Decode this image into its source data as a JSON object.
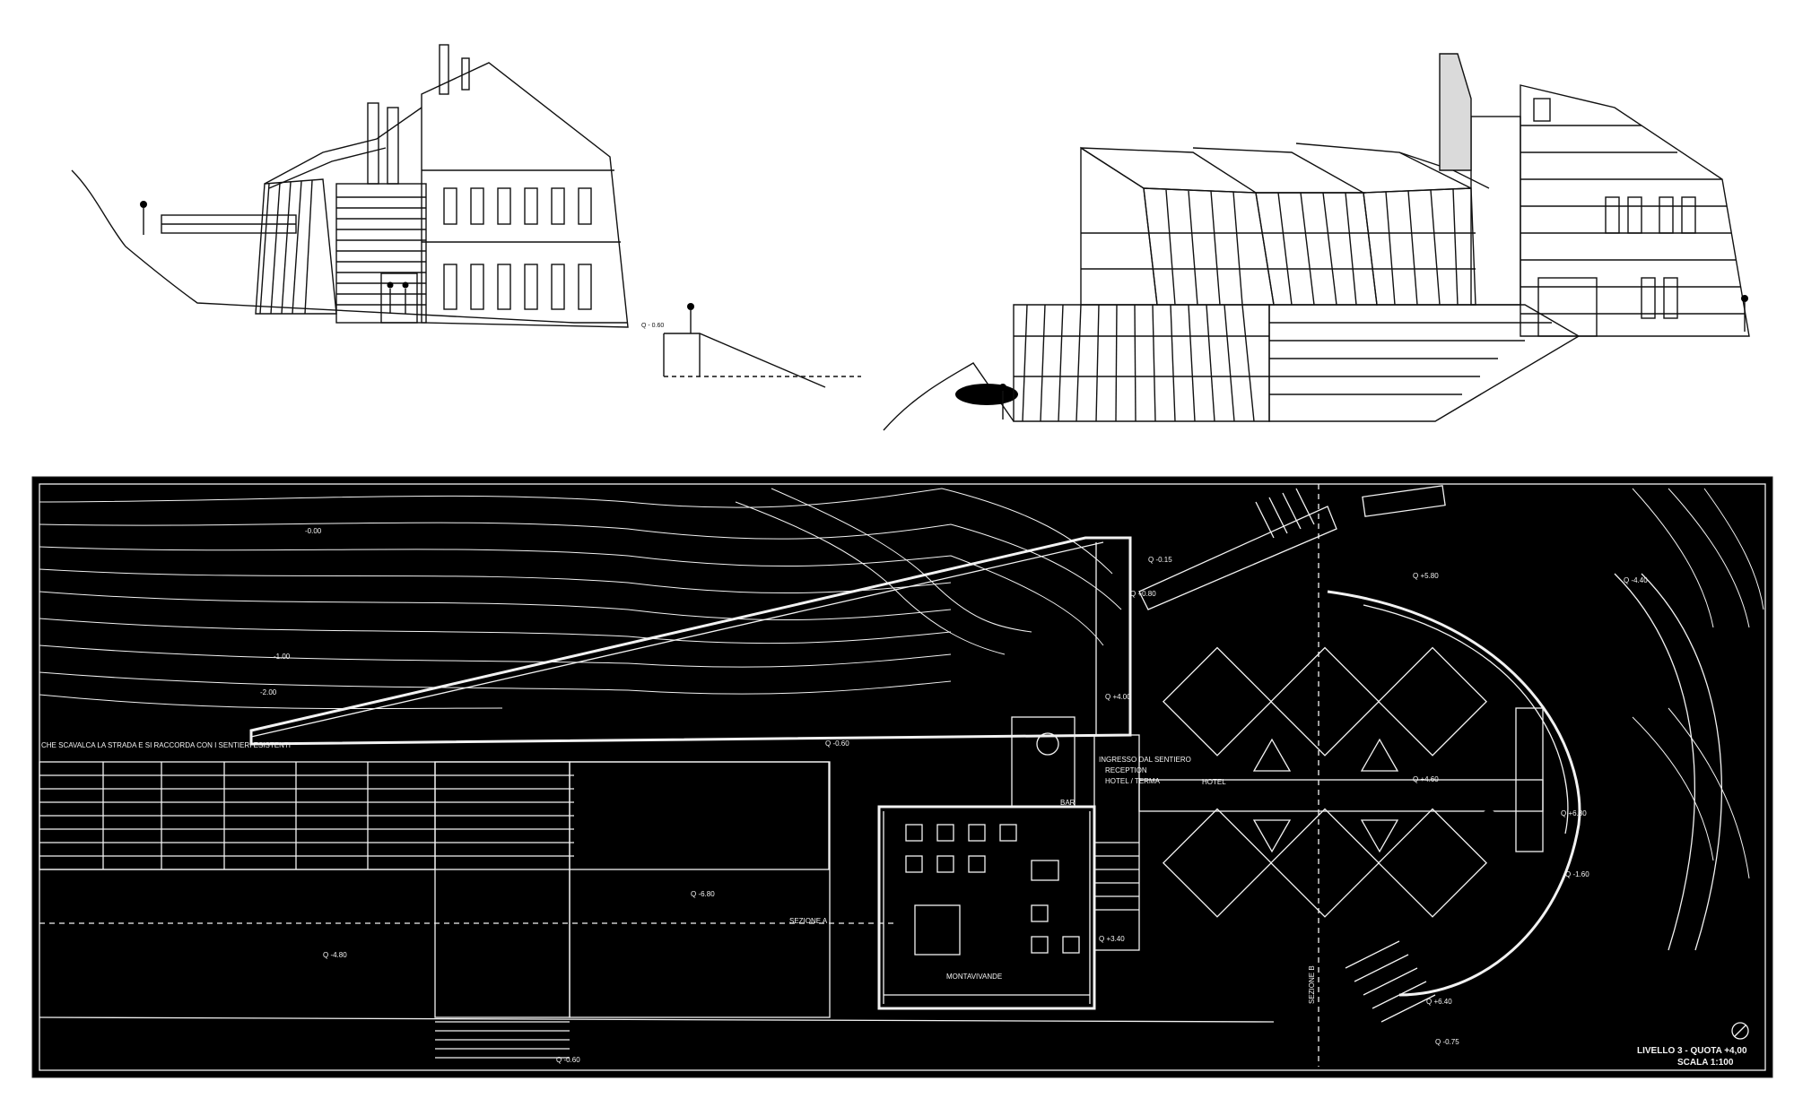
{
  "elevation_left": {
    "level_label": "Q - 0.60"
  },
  "plan": {
    "note_left": "CHE SCAVALCA LA STRADA E SI RACCORDA CON I SENTIERI ESISTENTI",
    "entrance_label": "INGRESSO DAL SENTIERO",
    "reception_label": "RECEPTION",
    "hotel_terma_label": "HOTEL / TERMA",
    "hotel_label": "HOTEL",
    "restaurant_label": "MONTAVIVANDE",
    "bar_label": "BAR",
    "section_a_label": "SEZIONE A",
    "section_b_label": "SEZIONE B",
    "contour_labels": [
      "-0.00",
      "-1.00",
      "-2.00"
    ],
    "spot_levels": [
      "Q +4.00",
      "Q +5.80",
      "Q -0.60",
      "Q -6.80",
      "Q -4.80",
      "Q +3.40",
      "Q -0.15",
      "Q +0.80",
      "Q +6.80",
      "Q -4.40",
      "Q +4.60",
      "Q -1.60",
      "Q -0.60",
      "Q -0.75",
      "Q +6.40"
    ],
    "title_line1": "LIVELLO 3 - QUOTA +4,00",
    "title_line2": "SCALA 1:100"
  }
}
